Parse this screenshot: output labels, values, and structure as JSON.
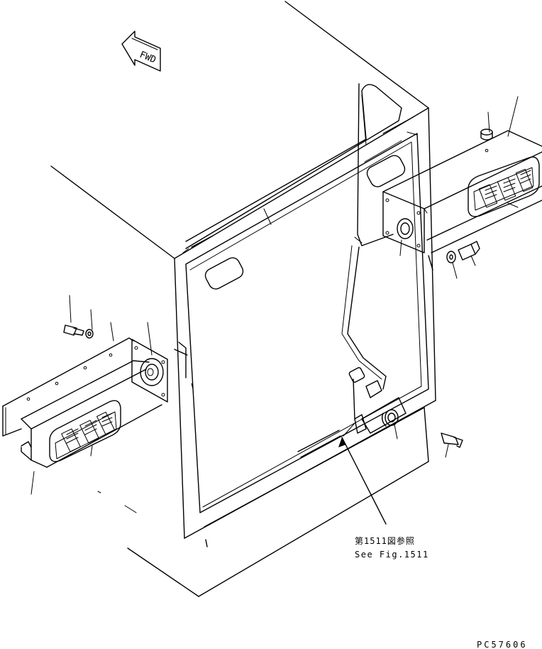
{
  "arrow_label": "FWD",
  "reference": {
    "japanese": "第1511図参照",
    "english": "See Fig.1511"
  },
  "part_code": "PC57606"
}
